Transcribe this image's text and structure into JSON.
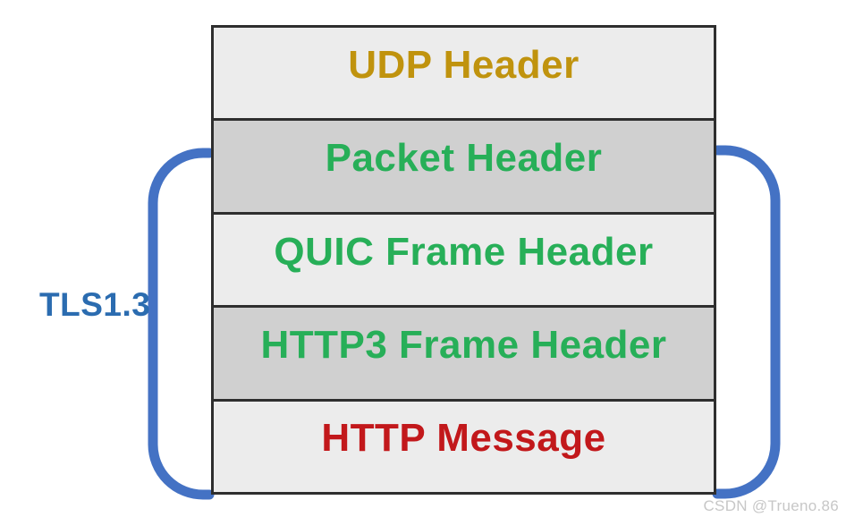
{
  "diagram": {
    "layers": [
      {
        "label": "UDP Header",
        "text_color": "#c0930e",
        "background": "#ececec"
      },
      {
        "label": "Packet Header",
        "text_color": "#27af58",
        "background": "#d0d0d0"
      },
      {
        "label": "QUIC Frame Header",
        "text_color": "#27af58",
        "background": "#ececec"
      },
      {
        "label": "HTTP3 Frame Header",
        "text_color": "#27af58",
        "background": "#d0d0d0"
      },
      {
        "label": "HTTP Message",
        "text_color": "#c2181b",
        "background": "#ececec"
      }
    ],
    "bracket": {
      "label": "TLS1.3",
      "label_color": "#2b6cb0",
      "stroke_color": "#4472c4",
      "spans_layers": [
        "Packet Header",
        "HTTP Message"
      ]
    },
    "border_color": "#2e2e2e"
  },
  "watermark": {
    "text": "CSDN @Trueno.86"
  }
}
